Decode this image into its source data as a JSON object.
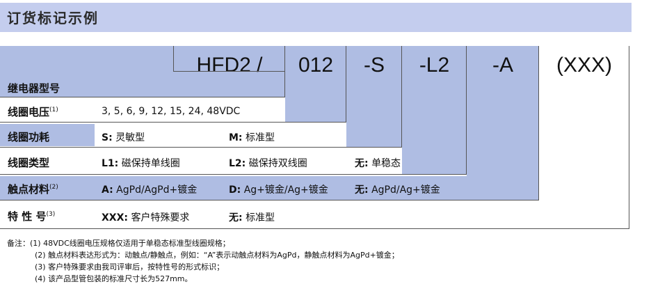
{
  "title": "订货标记示例",
  "code": {
    "base": "HFD2 /",
    "voltage": "012",
    "s": "-S",
    "l2": "-L2",
    "a": "-A",
    "xxx": "(XXX)"
  },
  "rows": {
    "model": {
      "label": "继电器型号"
    },
    "coil_voltage": {
      "label": "线圈电压",
      "sup": "(1)",
      "value": "3, 5, 6, 9, 12, 15, 24, 48VDC"
    },
    "coil_power": {
      "label": "线圈功耗",
      "opt1_key": "S:",
      "opt1_val": "灵敏型",
      "opt2_key": "M:",
      "opt2_val": "标准型"
    },
    "coil_type": {
      "label": "线圈类型",
      "opt1_key": "L1:",
      "opt1_val": "磁保持单线圈",
      "opt2_key": "L2:",
      "opt2_val": "磁保持双线圈",
      "opt3_key": "无:",
      "opt3_val": "单稳态"
    },
    "contact_material": {
      "label": "触点材料",
      "sup": "(2)",
      "opt1_key": "A:",
      "opt1_val": "AgPd/AgPd+镀金",
      "opt2_key": "D:",
      "opt2_val": "Ag+镀金/Ag+镀金",
      "opt3_key": "无:",
      "opt3_val": "AgPd/Ag+镀金"
    },
    "special": {
      "label": "特 性 号",
      "sup": "(3)",
      "opt1_key": "XXX:",
      "opt1_val": "客户特殊要求",
      "opt2_key": "无:",
      "opt2_val": "标准型"
    }
  },
  "notes": {
    "prefix": "备注：",
    "n1": "(1) 48VDC线圈电压规格仅适用于单稳态标准型线圈规格；",
    "n2": "(2) 触点材料表达形式为：动触点/静触点，例如：“A”表示动触点材料为AgPd，静触点材料为AgPd+镀金；",
    "n3": "(3) 客户特殊要求由我司评审后，按特性号的形式标识；",
    "n4": "(4) 该产品型管包装的标准尺寸长为527mm。"
  },
  "colors": {
    "title_bar": "#c4cdee",
    "block": "#afbde3",
    "line": "#555555"
  }
}
